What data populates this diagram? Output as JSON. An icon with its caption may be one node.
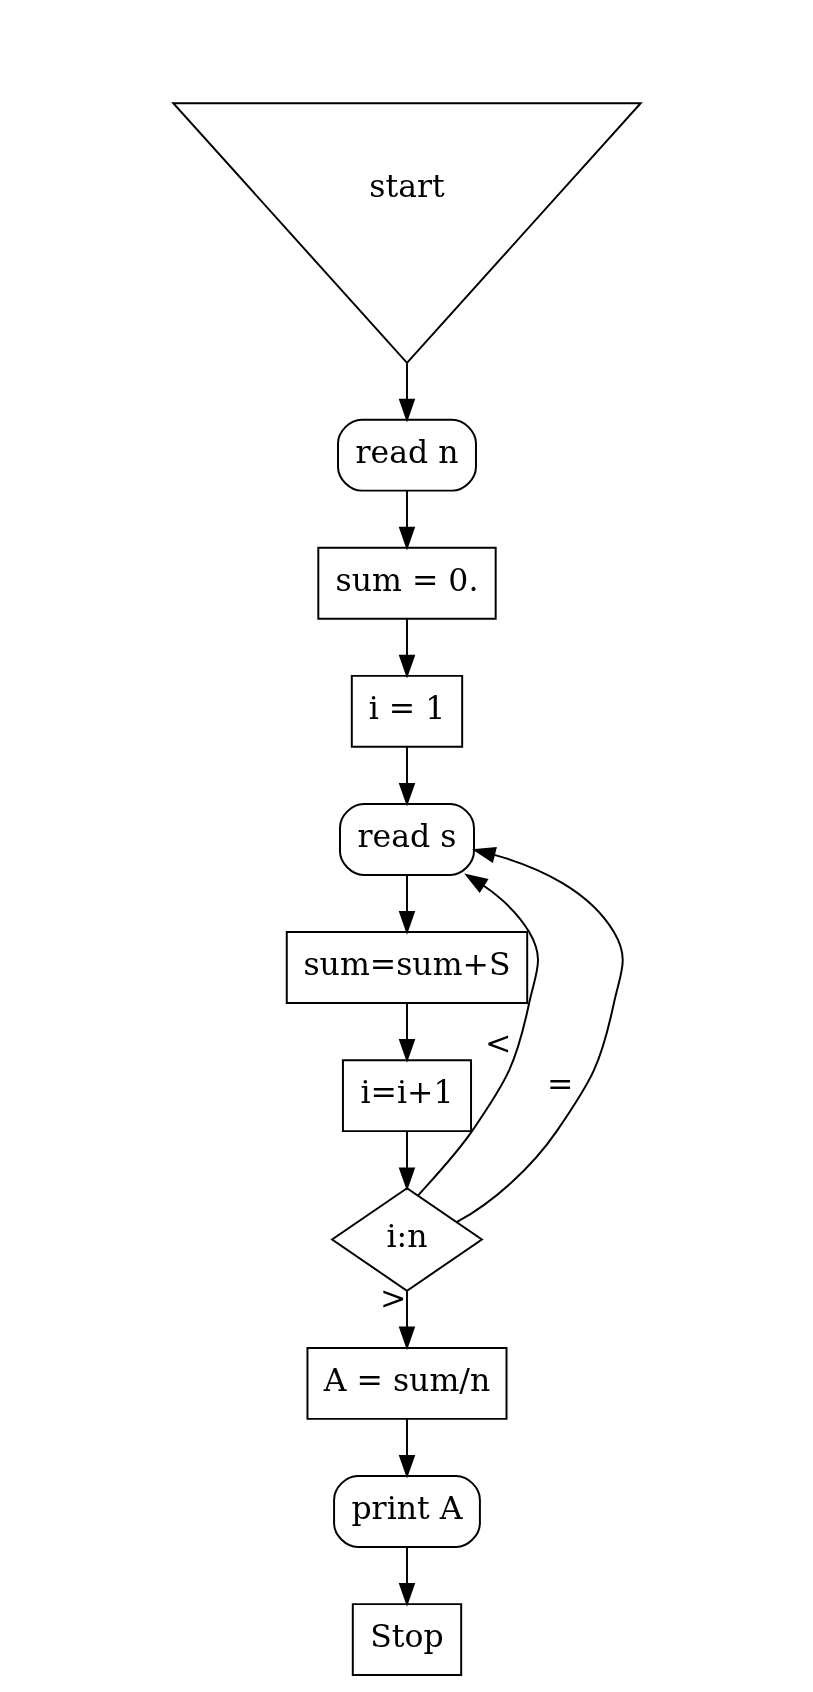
{
  "diagram": {
    "nodes": [
      {
        "text": [
          "start"
        ]
      },
      {
        "text": [
          "read n"
        ]
      },
      {
        "text": [
          "sum = 0."
        ]
      },
      {
        "text": [
          "i = 1"
        ]
      },
      {
        "text": [
          "read s"
        ]
      },
      {
        "text": [
          "sum=sum+S"
        ]
      },
      {
        "text": [
          "i=i+1"
        ]
      },
      {
        "text": [
          "i:n"
        ]
      },
      {
        "text": [
          "A = sum/n"
        ]
      },
      {
        "text": [
          "print A"
        ]
      },
      {
        "text": [
          "Stop"
        ]
      }
    ],
    "edges": [
      {
        "from": 0,
        "to": 1,
        "arrow": "to"
      },
      {
        "from": 1,
        "to": 2,
        "arrow": "to"
      },
      {
        "from": 2,
        "to": 3,
        "arrow": "to"
      },
      {
        "from": 3,
        "to": 4,
        "arrow": "to"
      },
      {
        "from": 4,
        "to": 5,
        "arrow": "to"
      },
      {
        "from": 5,
        "to": 6,
        "arrow": "to"
      },
      {
        "from": 6,
        "to": 7,
        "arrow": "to"
      },
      {
        "from": 7,
        "to": 4,
        "arrow": "to",
        "label": "<"
      },
      {
        "from": 7,
        "to": 4,
        "arrow": "to",
        "label": "="
      },
      {
        "from": 7,
        "to": 8,
        "arrow": "to",
        "label": ">"
      },
      {
        "from": 8,
        "to": 9,
        "arrow": "to"
      },
      {
        "from": 9,
        "to": 10,
        "arrow": "to"
      }
    ]
  }
}
